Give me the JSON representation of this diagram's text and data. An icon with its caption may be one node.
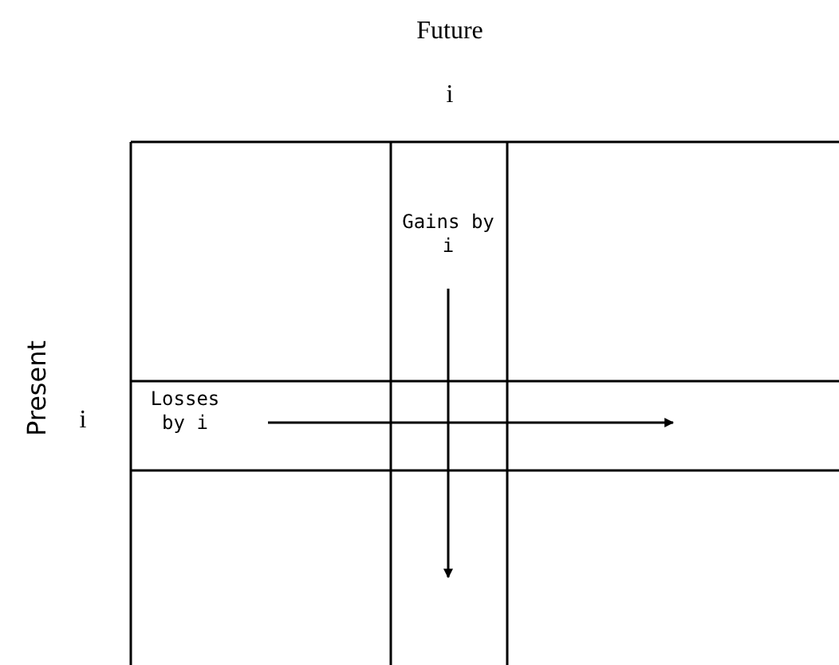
{
  "diagram": {
    "nodes": [
      {
        "text": [
          "Gains by i"
        ]
      },
      {
        "text": [
          "Losses by i"
        ]
      }
    ],
    "labels": [
      "Future",
      "i",
      "Present",
      "i"
    ]
  }
}
